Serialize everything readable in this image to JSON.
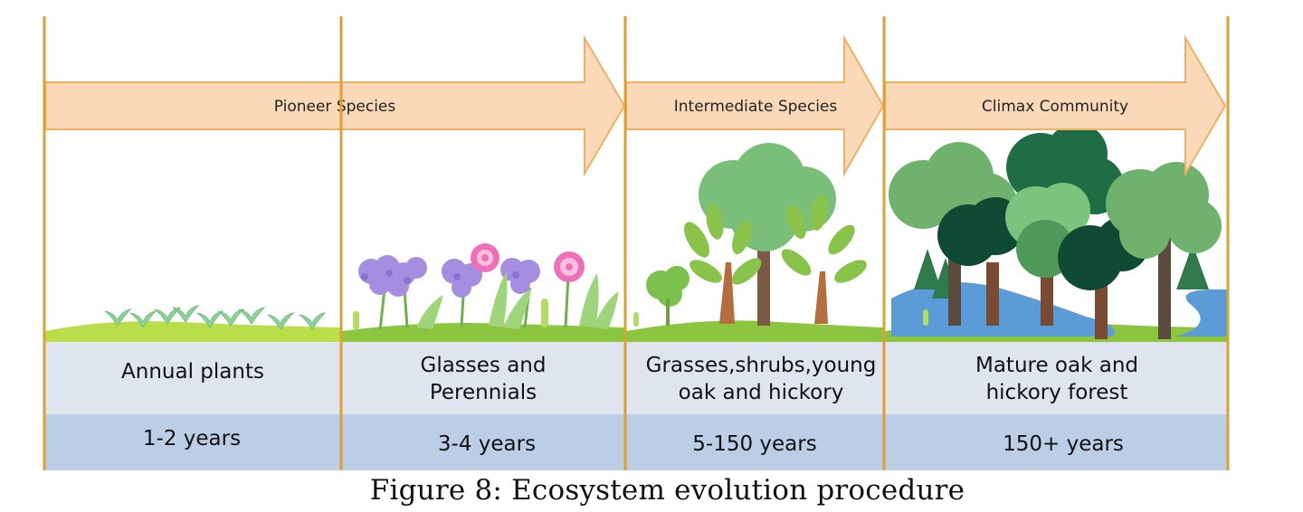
{
  "arrows": [
    {
      "label": "Pioneer Species"
    },
    {
      "label": "Intermediate Species"
    },
    {
      "label": "Climax Community"
    }
  ],
  "stages": [
    {
      "name_lines": [
        "Annual plants"
      ],
      "duration": "1-2 years"
    },
    {
      "name_lines": [
        "Glasses and",
        "Perennials"
      ],
      "duration": "3-4 years"
    },
    {
      "name_lines": [
        "Grasses,shrubs,young",
        "oak and hickory"
      ],
      "duration": "5-150 years"
    },
    {
      "name_lines": [
        "Mature oak and",
        "hickory forest"
      ],
      "duration": "150+ years"
    }
  ],
  "caption": "Figure 8: Ecosystem evolution procedure",
  "colors": {
    "divider": "#e0a030",
    "arrow_fill": "#f9d9b8",
    "arrow_stroke": "#f0b060",
    "label_row": "#dfe5ef",
    "duration_row": "#bccde6",
    "ground": "#8cc63f"
  }
}
